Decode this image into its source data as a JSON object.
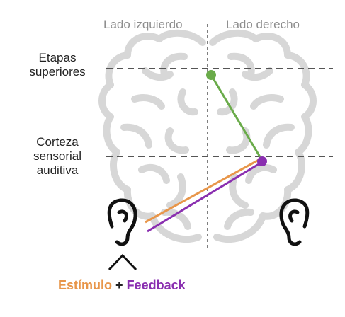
{
  "sides": {
    "left": "Lado izquierdo",
    "right": "Lado derecho"
  },
  "stages": {
    "upper_line1": "Etapas",
    "upper_line2": "superiores",
    "cortex_line1": "Corteza",
    "cortex_line2": "sensorial",
    "cortex_line3": "auditiva"
  },
  "legend": {
    "stimulus": "Estímulo",
    "plus": "+",
    "feedback": "Feedback"
  },
  "colors": {
    "stimulus": "#e8964a",
    "feedback": "#8a2fb0",
    "upper_path": "#6aab4a",
    "brain": "#d7d7d7",
    "dashed": "#555555"
  },
  "icons": {
    "left_ear": "ear-icon",
    "right_ear": "ear-icon",
    "brain": "brain-outline",
    "caret": "caret-up-icon"
  }
}
